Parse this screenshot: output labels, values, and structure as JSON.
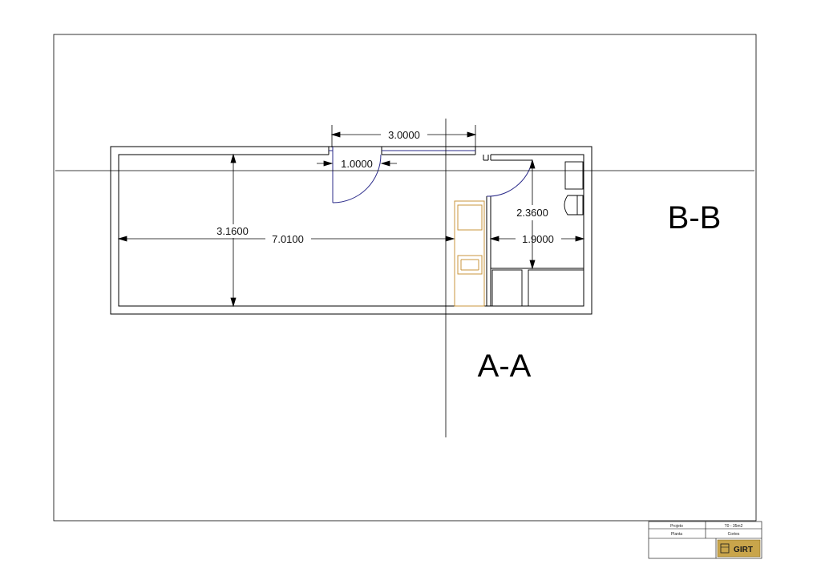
{
  "dimensions": {
    "opening_width": "3.0000",
    "door_width": "1.0000",
    "bath_depth": "2.3600",
    "room_depth": "3.1600",
    "room_length": "7.0100",
    "bath_width": "1.9000"
  },
  "sections": {
    "a": "A-A",
    "b": "B-B"
  },
  "title_block": {
    "rows": [
      {
        "label": "Projeto",
        "value": "T0 - 35m2"
      },
      {
        "label": "Planta",
        "value": "Cortes"
      }
    ],
    "logo": "GIRT"
  },
  "colors": {
    "line": "#000000",
    "door": "#2b2b8a",
    "kitchen": "#c8963c",
    "logo_bg": "#c9a54b"
  }
}
